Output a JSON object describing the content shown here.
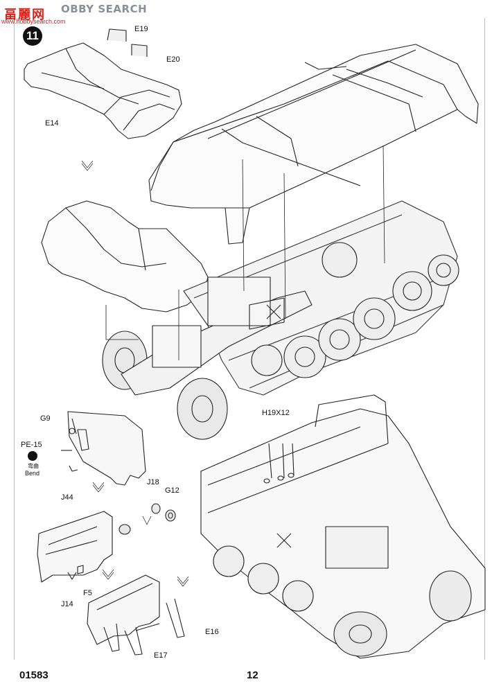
{
  "watermark": {
    "hanzi": "畐麗网",
    "text": "OBBY SEARCH",
    "url": "www.hobbysearch.com"
  },
  "step": "11",
  "part_labels": {
    "e19": "E19",
    "e20": "E20",
    "e14": "E14",
    "g9": "G9",
    "pe15": "PE-15",
    "j44": "J44",
    "j18": "J18",
    "g12": "G12",
    "h19x12": "H19X12",
    "f5": "F5",
    "j14": "J14",
    "e16": "E16",
    "e17": "E17"
  },
  "bend": {
    "cn": "弯曲",
    "en": "Bend",
    "icon": "bend-icon"
  },
  "footer": {
    "code": "01583",
    "page": "12"
  }
}
